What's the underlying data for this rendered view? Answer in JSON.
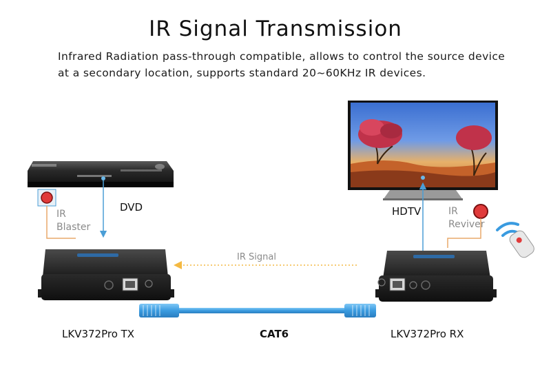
{
  "title": "IR Signal Transmission",
  "description": {
    "line1": "Infrared Radiation pass-through compatible, allows to control the source device",
    "line2": "at a secondary location, supports standard 20~60KHz IR devices."
  },
  "labels": {
    "dvd": "DVD",
    "hdtv": "HDTV",
    "ir_blaster_line1": "IR",
    "ir_blaster_line2": "Blaster",
    "ir_receiver_line1": "IR",
    "ir_receiver_line2": "Reviver",
    "ir_signal": "IR Signal",
    "tx": "LKV372Pro TX",
    "rx": "LKV372Pro RX",
    "cable": "CAT6"
  },
  "colors": {
    "accent_blue": "#4a9ed6",
    "signal_orange": "#f4b942",
    "ir_red": "#e03a3a"
  }
}
